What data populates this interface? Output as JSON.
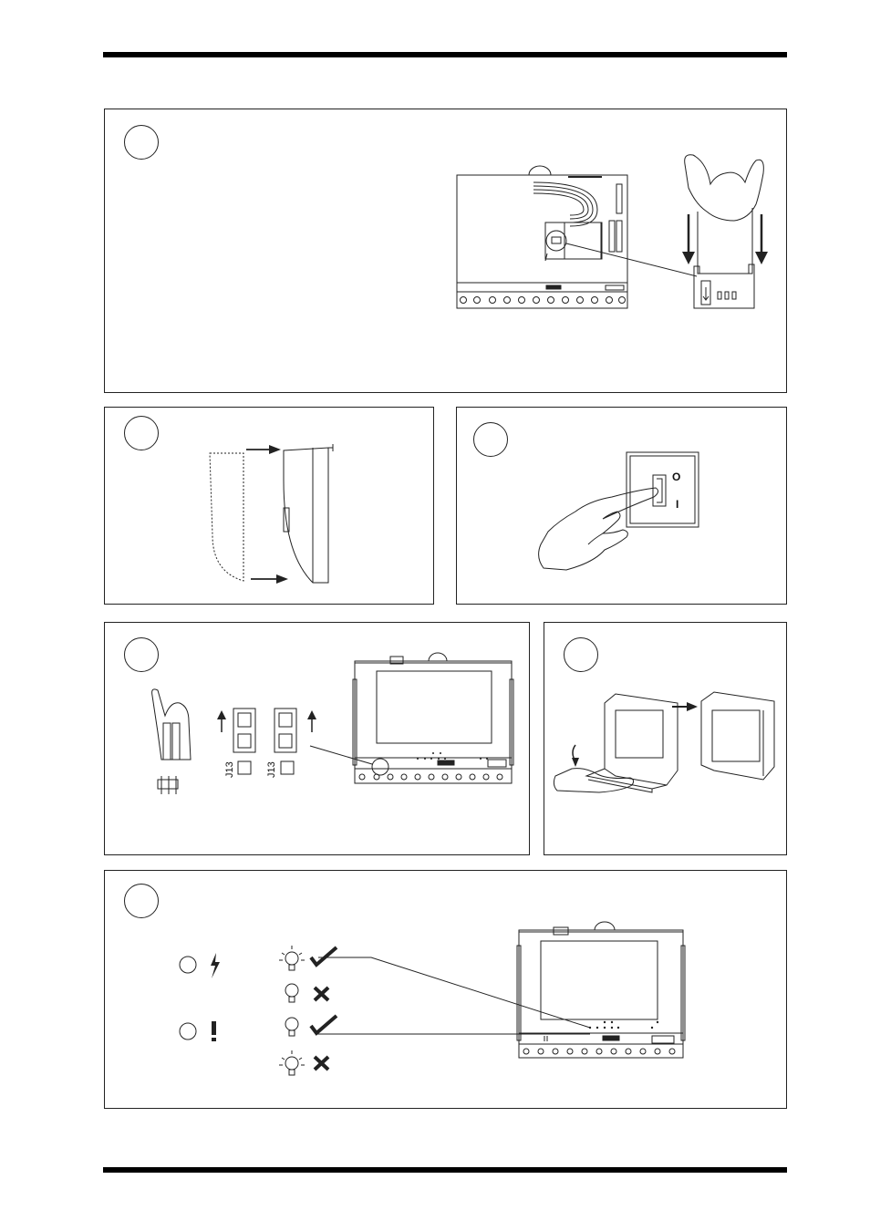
{
  "panel_1": {
    "connector_label": ""
  },
  "panel_3": {
    "switch_off_label": "O",
    "switch_on_label": "I"
  },
  "panel_4": {
    "jumper_label_a": "J13",
    "jumper_label_b": "J13"
  }
}
